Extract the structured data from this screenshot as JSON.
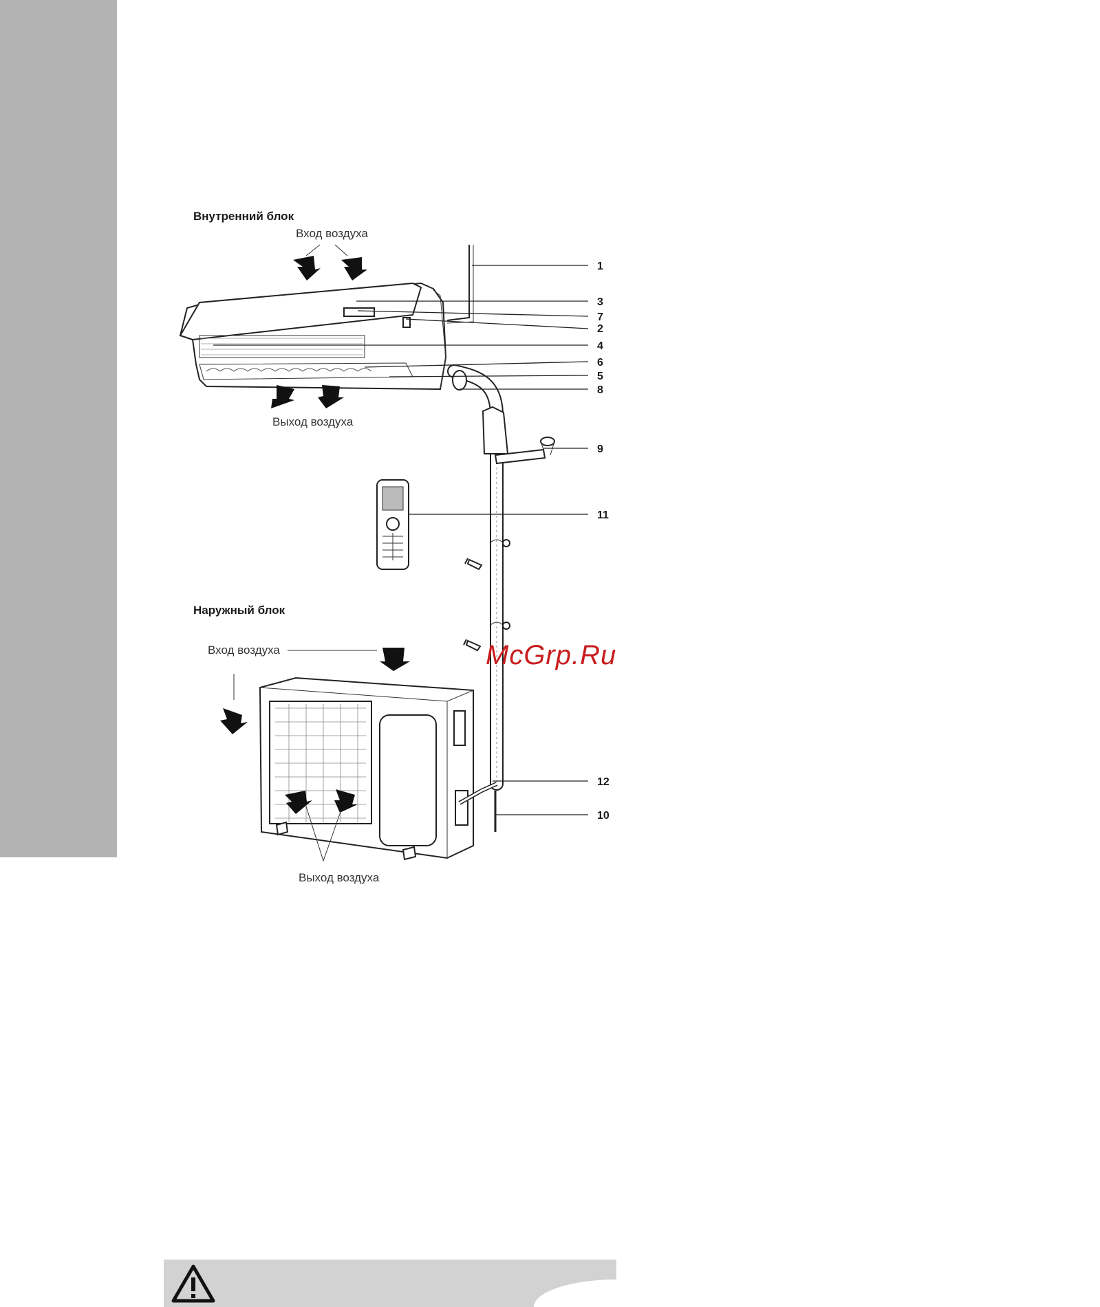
{
  "indoor": {
    "heading": "Внутренний блок",
    "air_in_label": "Вход воздуха",
    "air_out_label": "Выход воздуха"
  },
  "outdoor": {
    "heading": "Наружный блок",
    "air_in_label": "Вход воздуха",
    "air_out_label": "Выход воздуха"
  },
  "callouts": [
    "1",
    "3",
    "7",
    "2",
    "4",
    "6",
    "5",
    "8",
    "9",
    "11",
    "12",
    "10"
  ],
  "watermark": "McGrp.Ru",
  "warning_icon": "warning-triangle-icon",
  "colors": {
    "sidebar": "#b3b3b3",
    "warning_bar": "#d2d2d2",
    "watermark": "#c81e1e"
  }
}
